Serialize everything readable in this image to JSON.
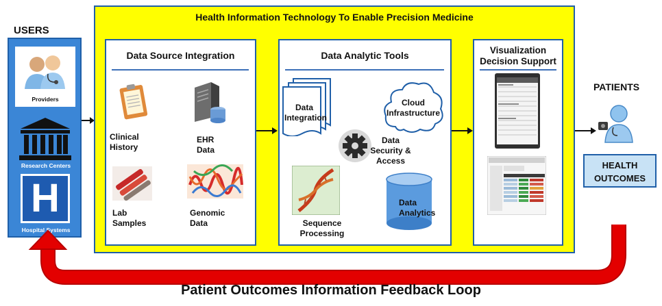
{
  "users": {
    "title": "USERS",
    "items": [
      {
        "label": "Providers",
        "icon": "providers-icon"
      },
      {
        "label": "Research Centers",
        "icon": "research-building-icon"
      },
      {
        "label": "Hospital Systems",
        "icon": "hospital-h-icon",
        "glyph": "H"
      }
    ]
  },
  "main": {
    "title": "Health Information Technology To Enable Precision Medicine",
    "sections": {
      "data_source": {
        "title": "Data Source Integration",
        "items": {
          "clinical": {
            "line1": "Clinical",
            "line2": "History",
            "icon": "clipboard-icon"
          },
          "ehr": {
            "line1": "EHR",
            "line2": "Data",
            "icon": "ehr-server-icon"
          },
          "lab": {
            "line1": "Lab",
            "line2": "Samples",
            "icon": "lab-tubes-icon"
          },
          "genomic": {
            "line1": "Genomic",
            "line2": "Data",
            "icon": "protein-structure-icon"
          }
        }
      },
      "analytics": {
        "title": "Data Analytic Tools",
        "items": {
          "integration": {
            "line1": "Data",
            "line2": "Integration",
            "icon": "document-stack-icon"
          },
          "cloud": {
            "line1": "Cloud",
            "line2": "Infrastructure",
            "icon": "cloud-icon"
          },
          "security": {
            "line1": "Data",
            "line2": "Security &",
            "line3": "Access",
            "icon": "gear-icon"
          },
          "sequence": {
            "line1": "Sequence",
            "line2": "Processing",
            "icon": "dna-icon"
          },
          "data_analytics": {
            "line1": "Data",
            "line2": "Analytics",
            "icon": "database-cylinder-icon"
          }
        }
      },
      "visualization": {
        "line1": "Visualization",
        "line2": "Decision Support"
      }
    }
  },
  "patients": {
    "title": "PATIENTS",
    "icon": "patient-doctor-icon"
  },
  "outcomes": {
    "line1": "HEALTH",
    "line2": "OUTCOMES"
  },
  "feedback": {
    "label": "Patient Outcomes Information Feedback Loop"
  },
  "colors": {
    "main_bg": "#ffff00",
    "border_blue": "#1f5fa8",
    "users_blue": "#3b86d6",
    "feedback_red": "#e30000",
    "outcomes_bg": "#c8e2f5"
  }
}
